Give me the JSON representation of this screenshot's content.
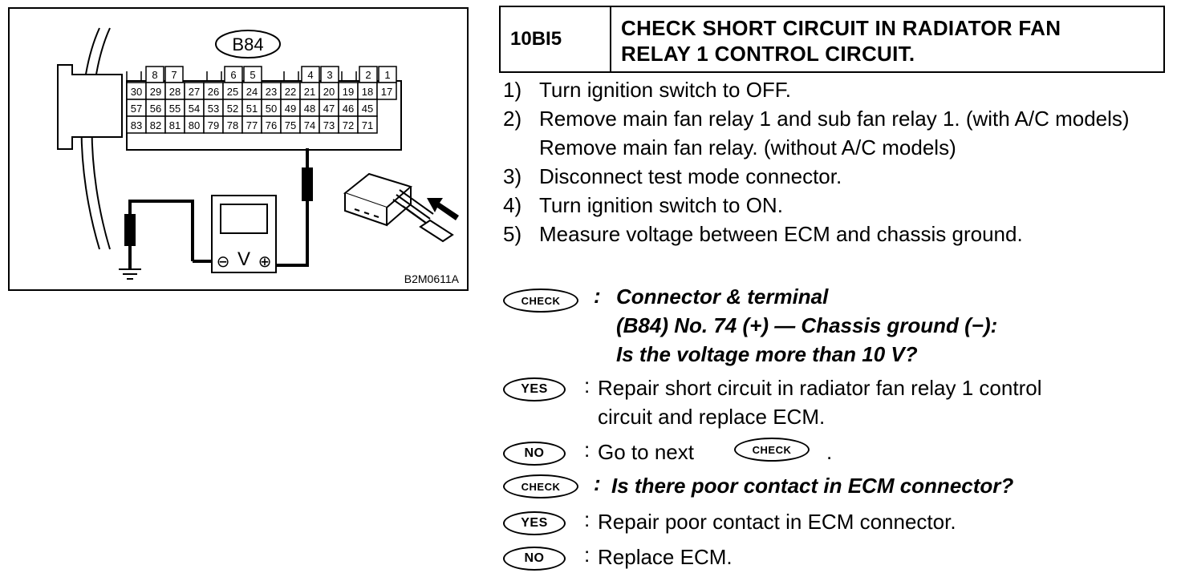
{
  "figure": {
    "connector_label": "B84",
    "figure_code": "B2M0611A",
    "voltmeter_symbol": "V",
    "neg_symbol": "⊖",
    "pos_symbol": "⊕",
    "pin_rows": [
      [
        "8",
        "7",
        "6",
        "5",
        "4",
        "3",
        "2",
        "1"
      ],
      [
        "30",
        "29",
        "28",
        "27",
        "26",
        "25",
        "24",
        "23",
        "22",
        "21",
        "20",
        "19",
        "18",
        "17"
      ],
      [
        "57",
        "56",
        "55",
        "54",
        "53",
        "52",
        "51",
        "50",
        "49",
        "48",
        "47",
        "46",
        "45"
      ],
      [
        "83",
        "82",
        "81",
        "80",
        "79",
        "78",
        "77",
        "76",
        "75",
        "74",
        "73",
        "72",
        "71"
      ]
    ]
  },
  "header": {
    "code": "10BI5",
    "title_line1": "CHECK SHORT CIRCUIT IN RADIATOR FAN",
    "title_line2": "RELAY 1 CONTROL CIRCUIT."
  },
  "steps": [
    {
      "num": "1)",
      "text": "Turn ignition switch to OFF."
    },
    {
      "num": "2)",
      "text": "Remove main fan relay 1 and sub fan relay 1. (with A/C models)"
    },
    {
      "num": "",
      "text": "Remove main fan relay. (without A/C models)"
    },
    {
      "num": "3)",
      "text": "Disconnect test mode connector."
    },
    {
      "num": "4)",
      "text": "Turn ignition switch to ON."
    },
    {
      "num": "5)",
      "text": "Measure voltage between ECM and chassis ground."
    }
  ],
  "badges": {
    "check": "CHECK",
    "yes": "YES",
    "no": "NO"
  },
  "check1": {
    "line1": "Connector & terminal",
    "line2": "(B84) No. 74 (+) — Chassis ground (−):",
    "line3": "Is the voltage more than 10 V?"
  },
  "yes1": {
    "line1": "Repair short circuit in radiator fan relay 1 control",
    "line2": "circuit and replace ECM."
  },
  "no1": {
    "prefix": "Go to next",
    "suffix": "."
  },
  "check2": {
    "text": "Is there poor contact in ECM connector?"
  },
  "yes2": {
    "text": "Repair poor contact in ECM connector."
  },
  "no2": {
    "text": "Replace ECM."
  },
  "colon": ":"
}
